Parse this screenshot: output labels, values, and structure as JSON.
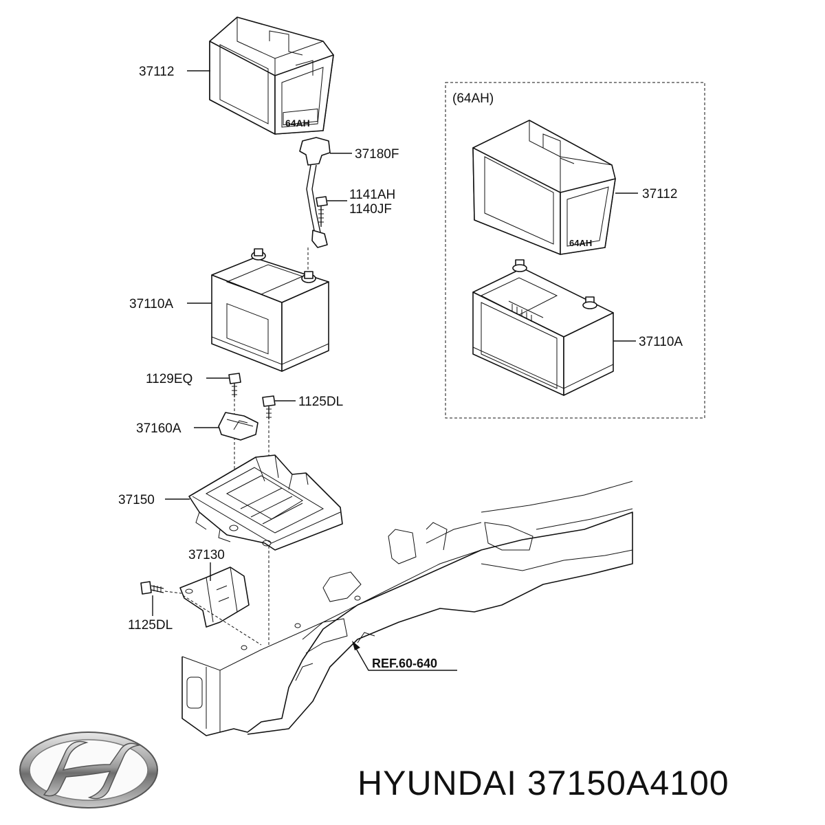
{
  "callouts": {
    "box_top": "37112",
    "cable": "37180F",
    "bolt_a": "1141AH",
    "bolt_b": "1140JF",
    "battery": "37110A",
    "bolt_eq": "1129EQ",
    "bolt_dl_top": "1125DL",
    "clamp": "37160A",
    "tray": "37150",
    "bracket": "37130",
    "bolt_dl_bottom": "1125DL",
    "ref": "REF.60-640"
  },
  "inset": {
    "title": "(64AH)",
    "box_label": "37112",
    "battery_label": "37110A"
  },
  "box_marking": "64AH",
  "brand": {
    "name": "HYUNDAI",
    "part_number": "37150A4100"
  }
}
